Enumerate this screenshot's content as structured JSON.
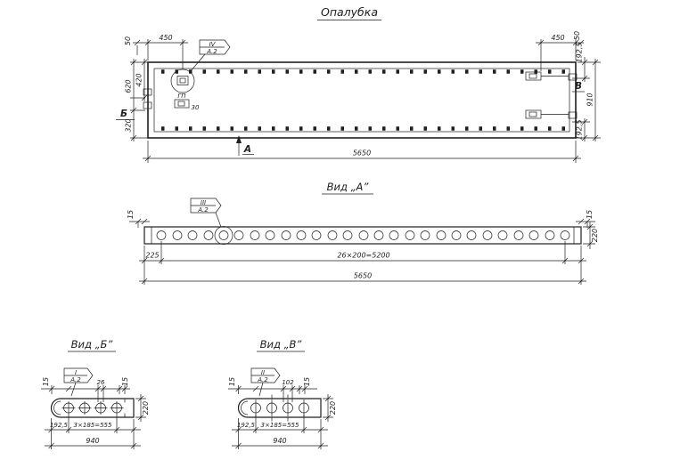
{
  "title": "Опалубка",
  "colors": {
    "ink": "#1f1f1f",
    "background": "#ffffff"
  },
  "plan": {
    "callout": {
      "num": "IV",
      "sheet": "А.2"
    },
    "detail": {
      "label": "ГП",
      "dim": "30"
    },
    "dims": {
      "top_left_50": "50",
      "top_left_450": "450",
      "top_right_450": "450",
      "top_right_50": "50",
      "right_192_top": "192,5",
      "right_910": "910",
      "right_192_bottom": "192,5",
      "left_420": "420",
      "left_620": "620",
      "left_320": "320",
      "bottom_total": "5650"
    },
    "labels": {
      "b": "Б",
      "a": "А",
      "v": "В"
    }
  },
  "view_a": {
    "title": "Вид „А”",
    "callout": {
      "num": "III",
      "sheet": "А.2"
    },
    "dims": {
      "left_15": "15",
      "right_15": "15",
      "edge": "225",
      "pattern": "26×200=5200",
      "total": "5650",
      "height": "220"
    }
  },
  "view_b": {
    "title": "Вид „Б”",
    "callout": {
      "num": "I",
      "sheet": "А.2"
    },
    "dims": {
      "left_15": "15",
      "hole": "26",
      "right_15": "15",
      "edge": "192,5",
      "pattern": "3×185=555",
      "total": "940",
      "height": "220"
    }
  },
  "view_v": {
    "title": "Вид „В”",
    "callout": {
      "num": "II",
      "sheet": "А.2"
    },
    "dims": {
      "left_15": "15",
      "mid": "102",
      "right_15": "15",
      "edge": "192,5",
      "pattern": "3×185=555",
      "total": "940",
      "height": "220"
    }
  }
}
